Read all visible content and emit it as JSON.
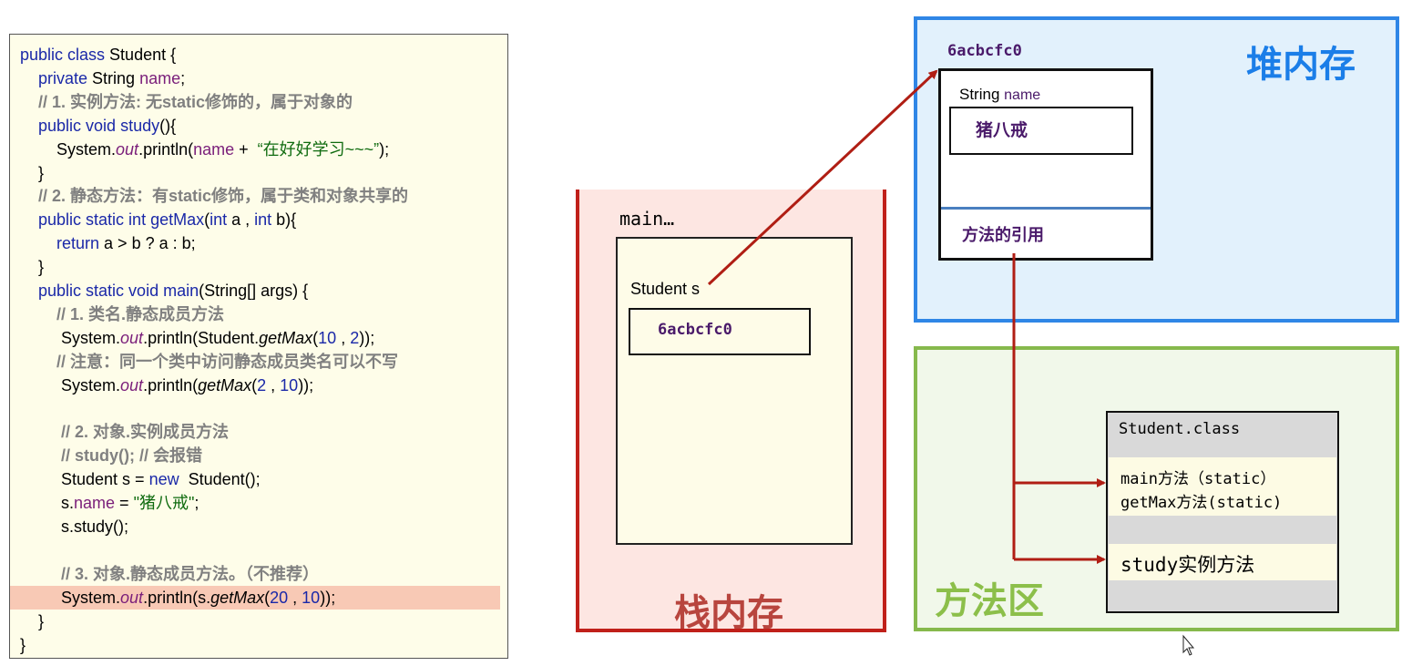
{
  "code": {
    "lines": [
      [
        {
          "t": "public class ",
          "c": "kw"
        },
        {
          "t": "Student {"
        }
      ],
      [
        {
          "t": "    "
        },
        {
          "t": "private ",
          "c": "kw"
        },
        {
          "t": "String "
        },
        {
          "t": "name",
          "c": "fld"
        },
        {
          "t": ";"
        }
      ],
      [
        {
          "t": "    "
        },
        {
          "t": "// 1. 实例方法: 无static修饰的，属于对象的",
          "c": "cm"
        }
      ],
      [
        {
          "t": "    "
        },
        {
          "t": "public void ",
          "c": "kw"
        },
        {
          "t": "study",
          "c": "kw"
        },
        {
          "t": "(){"
        }
      ],
      [
        {
          "t": "        System."
        },
        {
          "t": "out",
          "c": "fld it"
        },
        {
          "t": ".println("
        },
        {
          "t": "name",
          "c": "fld"
        },
        {
          "t": " +  "
        },
        {
          "t": "“在好好学习~~~”",
          "c": "str"
        },
        {
          "t": ");"
        }
      ],
      [
        {
          "t": "    }"
        }
      ],
      [
        {
          "t": "    "
        },
        {
          "t": "// 2. 静态方法：有static修饰，属于类和对象共享的",
          "c": "cm"
        }
      ],
      [
        {
          "t": "    "
        },
        {
          "t": "public static int ",
          "c": "kw"
        },
        {
          "t": "getMax",
          "c": "kw"
        },
        {
          "t": "("
        },
        {
          "t": "int ",
          "c": "kw"
        },
        {
          "t": "a , "
        },
        {
          "t": "int ",
          "c": "kw"
        },
        {
          "t": "b){"
        }
      ],
      [
        {
          "t": "        "
        },
        {
          "t": "return ",
          "c": "kw"
        },
        {
          "t": "a > b ? a : b;"
        }
      ],
      [
        {
          "t": "    }"
        }
      ],
      [
        {
          "t": "    "
        },
        {
          "t": "public static void ",
          "c": "kw"
        },
        {
          "t": "main",
          "c": "kw"
        },
        {
          "t": "(String[] args) {"
        }
      ],
      [
        {
          "t": "        "
        },
        {
          "t": "// 1. 类名.静态成员方法",
          "c": "cm"
        }
      ],
      [
        {
          "t": "         System."
        },
        {
          "t": "out",
          "c": "fld it"
        },
        {
          "t": ".println(Student."
        },
        {
          "t": "getMax",
          "c": "it"
        },
        {
          "t": "("
        },
        {
          "t": "10",
          "c": "num"
        },
        {
          "t": " , "
        },
        {
          "t": "2",
          "c": "num"
        },
        {
          "t": "));"
        }
      ],
      [
        {
          "t": "        "
        },
        {
          "t": "// 注意：同一个类中访问静态成员类名可以不写",
          "c": "cm"
        }
      ],
      [
        {
          "t": "         System."
        },
        {
          "t": "out",
          "c": "fld it"
        },
        {
          "t": ".println("
        },
        {
          "t": "getMax",
          "c": "it"
        },
        {
          "t": "("
        },
        {
          "t": "2",
          "c": "num"
        },
        {
          "t": " , "
        },
        {
          "t": "10",
          "c": "num"
        },
        {
          "t": "));"
        }
      ],
      [
        {
          "t": ""
        }
      ],
      [
        {
          "t": "         "
        },
        {
          "t": "// 2. 对象.实例成员方法",
          "c": "cm"
        }
      ],
      [
        {
          "t": "         "
        },
        {
          "t": "// study(); // 会报错",
          "c": "cm"
        }
      ],
      [
        {
          "t": "         Student s = "
        },
        {
          "t": "new  ",
          "c": "kw"
        },
        {
          "t": "Student();"
        }
      ],
      [
        {
          "t": "         s."
        },
        {
          "t": "name",
          "c": "fld"
        },
        {
          "t": " = "
        },
        {
          "t": "\"猪八戒\"",
          "c": "str"
        },
        {
          "t": ";"
        }
      ],
      [
        {
          "t": "         s.study();"
        }
      ],
      [
        {
          "t": ""
        }
      ],
      [
        {
          "t": "         "
        },
        {
          "t": "// 3. 对象.静态成员方法。（不推荐）",
          "c": "cm"
        }
      ],
      [
        {
          "t": "         System."
        },
        {
          "t": "out",
          "c": "fld it"
        },
        {
          "t": ".println(s."
        },
        {
          "t": "getMax",
          "c": "it"
        },
        {
          "t": "("
        },
        {
          "t": "20",
          "c": "num"
        },
        {
          "t": " , "
        },
        {
          "t": "10",
          "c": "num"
        },
        {
          "t": "));"
        }
      ],
      [
        {
          "t": "    }"
        }
      ],
      [
        {
          "t": "}"
        }
      ]
    ],
    "highlighted_line": 23
  },
  "stack": {
    "title": "栈内存",
    "frame_label": "main…",
    "variable_label": "Student s",
    "variable_value": "6acbcfc0"
  },
  "heap": {
    "title": "堆内存",
    "object_address": "6acbcfc0",
    "field_type": "String ",
    "field_name": "name",
    "field_value": "猪八戒",
    "method_ref_label": "方法的引用"
  },
  "method_area": {
    "title": "方法区",
    "class_name": "Student.class",
    "static_methods": [
      "main方法（static）",
      "getMax方法(static)"
    ],
    "instance_method": "study实例方法"
  },
  "colors": {
    "arrow": "#b01e14",
    "stack_border": "#c0201a",
    "heap_border": "#2f86e6",
    "method_area_border": "#86b94c"
  }
}
